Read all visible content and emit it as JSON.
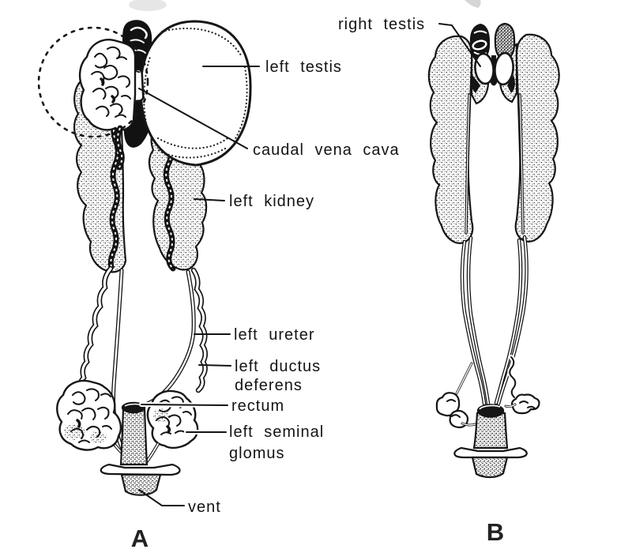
{
  "figure": {
    "ink_color": "#161616",
    "background_color": "#ffffff",
    "panels": {
      "a": {
        "letter": "A",
        "labels": {
          "left_testis": "left testis",
          "caudal_vena_cava": "caudal vena cava",
          "left_kidney": "left kidney",
          "left_ureter": "left ureter",
          "left_ductus_deferens_line1": "left ductus",
          "left_ductus_deferens_line2": "deferens",
          "rectum": "rectum",
          "left_seminal_glomus_line1": "left seminal",
          "left_seminal_glomus_line2": "glomus",
          "vent": "vent"
        }
      },
      "b": {
        "letter": "B",
        "labels": {
          "right_testis": "right testis"
        }
      }
    }
  }
}
